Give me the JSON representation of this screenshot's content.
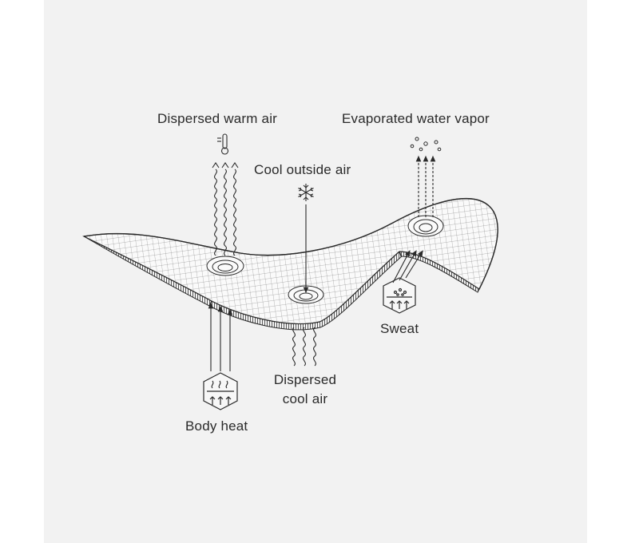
{
  "labels": {
    "dispersed_warm_air": "Dispersed warm air",
    "evaporated_water_vapor": "Evaporated water vapor",
    "cool_outside_air": "Cool outside air",
    "sweat": "Sweat",
    "dispersed_cool_air_line1": "Dispersed",
    "dispersed_cool_air_line2": "cool air",
    "body_heat": "Body heat"
  },
  "icons": [
    "thermometer-icon",
    "snowflake-icon",
    "vapor-dots-icon",
    "sweat-hexagon-icon",
    "body-heat-hexagon-icon"
  ],
  "colors": {
    "background": "#f2f2f2",
    "line": "#2a2a2a",
    "mesh": "#555555"
  }
}
